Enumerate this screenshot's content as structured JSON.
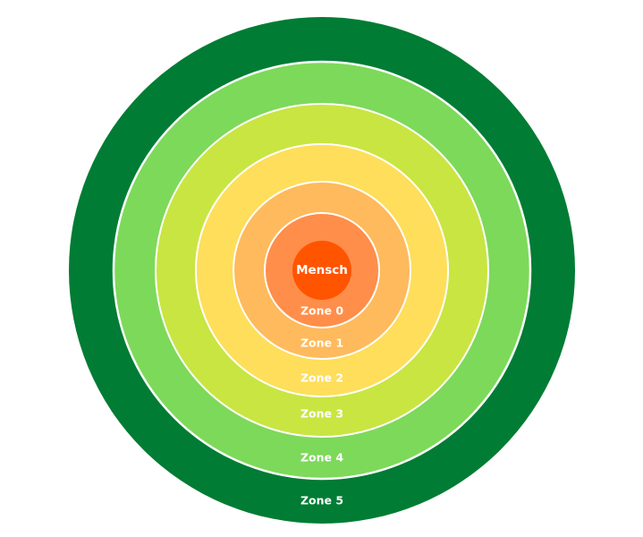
{
  "diagram": {
    "rings": [
      {
        "label": "Zone 5",
        "color": "#007C34"
      },
      {
        "label": "Zone 4",
        "color": "#7DD95A"
      },
      {
        "label": "Zone 3",
        "color": "#C9E542"
      },
      {
        "label": "Zone 2",
        "color": "#FEDE5A"
      },
      {
        "label": "Zone 1",
        "color": "#FEBA5C"
      },
      {
        "label": "Zone 0",
        "color": "#FF8E4A"
      }
    ],
    "center": {
      "label": "Mensch",
      "color": "#FF5400"
    }
  }
}
